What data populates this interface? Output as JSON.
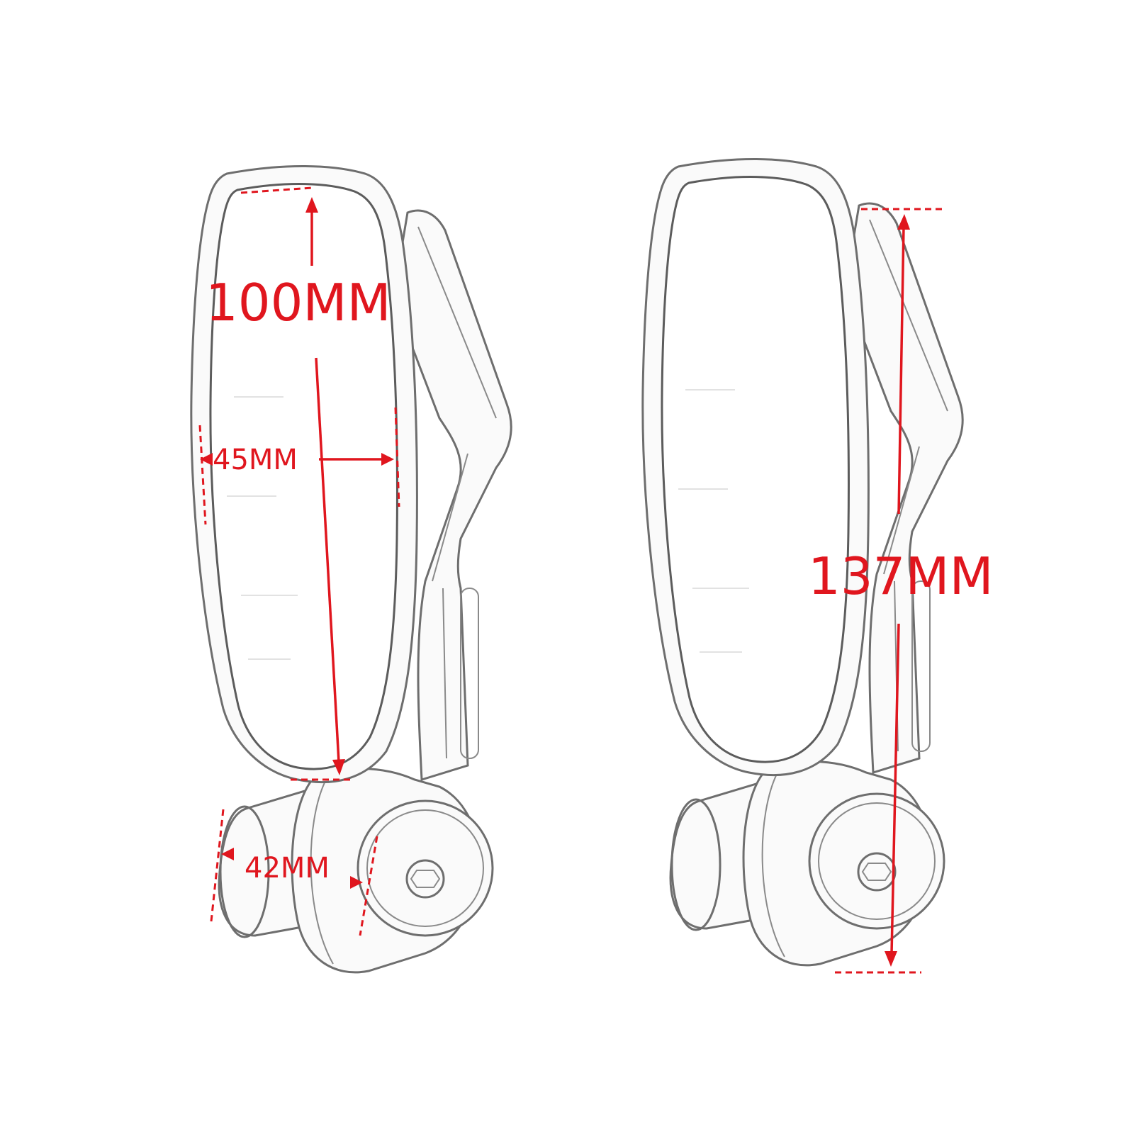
{
  "dimensions": {
    "mirror_height": "100MM",
    "mirror_width": "45MM",
    "end_plug_length": "42MM",
    "total_height": "137MM"
  },
  "colors": {
    "dimension": "#e0161e",
    "outline": "#6e6e6e"
  }
}
